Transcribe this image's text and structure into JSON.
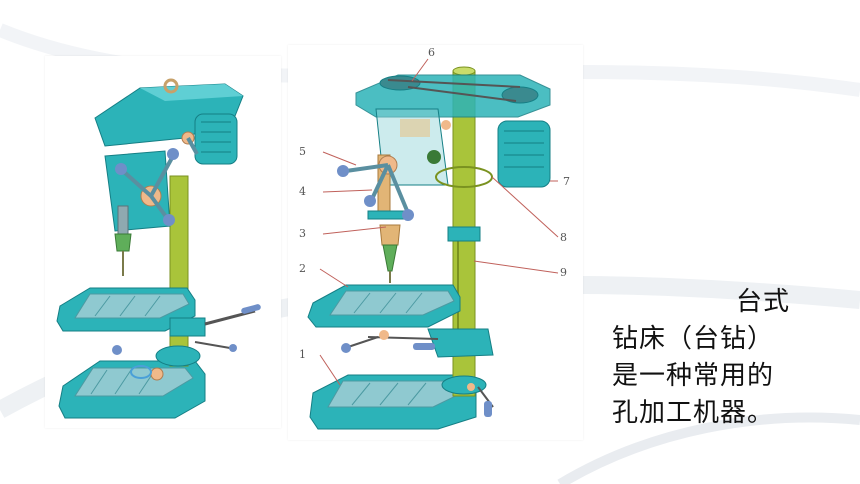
{
  "caption": {
    "line1": "台式",
    "line2": "钻床（台钻）",
    "line3": "是一种常用的",
    "line4": "孔加工机器。"
  },
  "callouts": [
    "1",
    "2",
    "3",
    "4",
    "5",
    "6",
    "7",
    "8",
    "9"
  ],
  "colors": {
    "machine_teal": "#2cb3b8",
    "column_green": "#a9c43a",
    "handle_blue": "#6f8fc8",
    "background": "#ffffff"
  }
}
